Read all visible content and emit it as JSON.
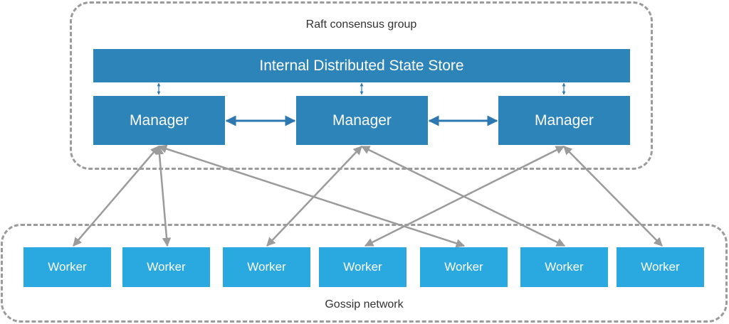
{
  "groups": {
    "raft": {
      "label": "Raft consensus group"
    },
    "gossip": {
      "label": "Gossip network"
    }
  },
  "store": {
    "label": "Internal Distributed State Store"
  },
  "managers": [
    {
      "id": "m1",
      "label": "Manager"
    },
    {
      "id": "m2",
      "label": "Manager"
    },
    {
      "id": "m3",
      "label": "Manager"
    }
  ],
  "workers": [
    {
      "id": "w1",
      "label": "Worker"
    },
    {
      "id": "w2",
      "label": "Worker"
    },
    {
      "id": "w3",
      "label": "Worker"
    },
    {
      "id": "w4",
      "label": "Worker"
    },
    {
      "id": "w5",
      "label": "Worker"
    },
    {
      "id": "w6",
      "label": "Worker"
    },
    {
      "id": "w7",
      "label": "Worker"
    }
  ],
  "edges": {
    "store_manager": [
      "m1",
      "m2",
      "m3"
    ],
    "manager_manager": [
      [
        "m1",
        "m2"
      ],
      [
        "m2",
        "m3"
      ]
    ],
    "manager_worker": [
      [
        "m1",
        "w1"
      ],
      [
        "m1",
        "w2"
      ],
      [
        "m1",
        "w5"
      ],
      [
        "m2",
        "w3"
      ],
      [
        "m2",
        "w6"
      ],
      [
        "m3",
        "w4"
      ],
      [
        "m3",
        "w7"
      ]
    ]
  },
  "colors": {
    "manager": "#2d84b8",
    "worker": "#2aa9e0",
    "gossip_edge": "#9b9b9b",
    "raft_edge": "#2d78b0"
  }
}
